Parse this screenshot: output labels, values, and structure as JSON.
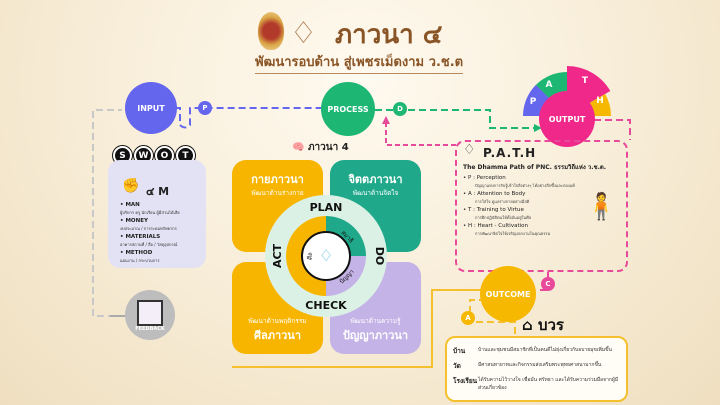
{
  "header": {
    "title": "ภาวนา ๔",
    "subtitle": "พัฒนารอบด้าน สู่เพชรเม็ดงาม ว.ช.ต"
  },
  "flow": {
    "input": "INPUT",
    "process": "PROCESS",
    "output": "OUTPUT",
    "outcome": "OUTCOME",
    "feedback": "FEEDBACK",
    "badge_p": "P",
    "badge_d": "D",
    "badge_c": "C",
    "badge_a": "A"
  },
  "output_pie": [
    "P",
    "A",
    "T",
    "H"
  ],
  "swot": {
    "letters": [
      "S",
      "W",
      "O",
      "T"
    ],
    "title": "๔ M",
    "items": [
      {
        "label": "MAN",
        "desc": "ผู้บริหาร ครู นักเรียน ผู้มีส่วนได้เสีย"
      },
      {
        "label": "MONEY",
        "desc": "งบประมาณ / การระดมทรัพยากร"
      },
      {
        "label": "MATERIALS",
        "desc": "อาคารสถานที่ / สื่อ / วัสดุอุปกรณ์"
      },
      {
        "label": "METHOD",
        "desc": "แผนงาน / กระบวนการ"
      }
    ]
  },
  "center": {
    "title": "ภาวนา 4",
    "quads": [
      {
        "name": "กายภาวนา",
        "desc": "พัฒนาด้านร่างกาย"
      },
      {
        "name": "จิตตภาวนา",
        "desc": "พัฒนาด้านจิตใจ"
      },
      {
        "name": "ศีลภาวนา",
        "desc": "พัฒนาด้านพฤติกรรม"
      },
      {
        "name": "ปัญญาภาวนา",
        "desc": "พัฒนาด้านความรู้"
      }
    ],
    "cycle": {
      "plan": "PLAN",
      "do": "DO",
      "check": "CHECK",
      "act": "ACT"
    },
    "inner": {
      "samadhi": "สมาธิ",
      "sila": "ศีล",
      "panya": "ปัญญา"
    }
  },
  "path": {
    "title": "P.A.T.H",
    "subtitle": "The Dhamma Path of PNC. ธรรมวิถีแห่ง ว.ช.ต.",
    "items": [
      {
        "key": "P",
        "label": "Perception",
        "desc": "ปัญญาแห่งการรับรู้เข้าใจสิ่งต่างๆ ได้อย่างลึกซึ้งและถ่องแท้"
      },
      {
        "key": "A",
        "label": "Attention to Body",
        "desc": "การใส่ใจ ดูแลร่างกายอย่างมีสติ"
      },
      {
        "key": "T",
        "label": "Training to Virtue",
        "desc": "การฝึกปฏิบัติตนให้ตั้งมั่นอยู่ในศีล"
      },
      {
        "key": "H",
        "label": "Heart - Cultivation",
        "desc": "การพัฒนาจิตใจให้เจริญงอกงามในคุณธรรม"
      }
    ]
  },
  "bowon": {
    "title": "บวร",
    "rows": [
      {
        "label": "บ้าน",
        "desc": "บ้านและชุมชนมีสมาชิกที่เป็นคนดีไม่ยุ่งเกี่ยวกับอบายมุขเพิ่มขึ้น"
      },
      {
        "label": "วัด",
        "desc": "มีศาสนทายาทและกิจกรรมส่งเสริมพระพุทธศาสนามากขึ้น"
      },
      {
        "label": "โรงเรียน",
        "desc": "ได้รับความไว้วางใจ เชื่อมั่น ศรัทธา และได้รับความร่วมมือจากผู้มีส่วนเกี่ยวข้อง"
      }
    ]
  },
  "colors": {
    "input": "#6466ee",
    "process": "#1db673",
    "output": "#f0288a",
    "outcome": "#f6b800",
    "teal": "#1fa98a",
    "lavender": "#c4b3e6"
  }
}
